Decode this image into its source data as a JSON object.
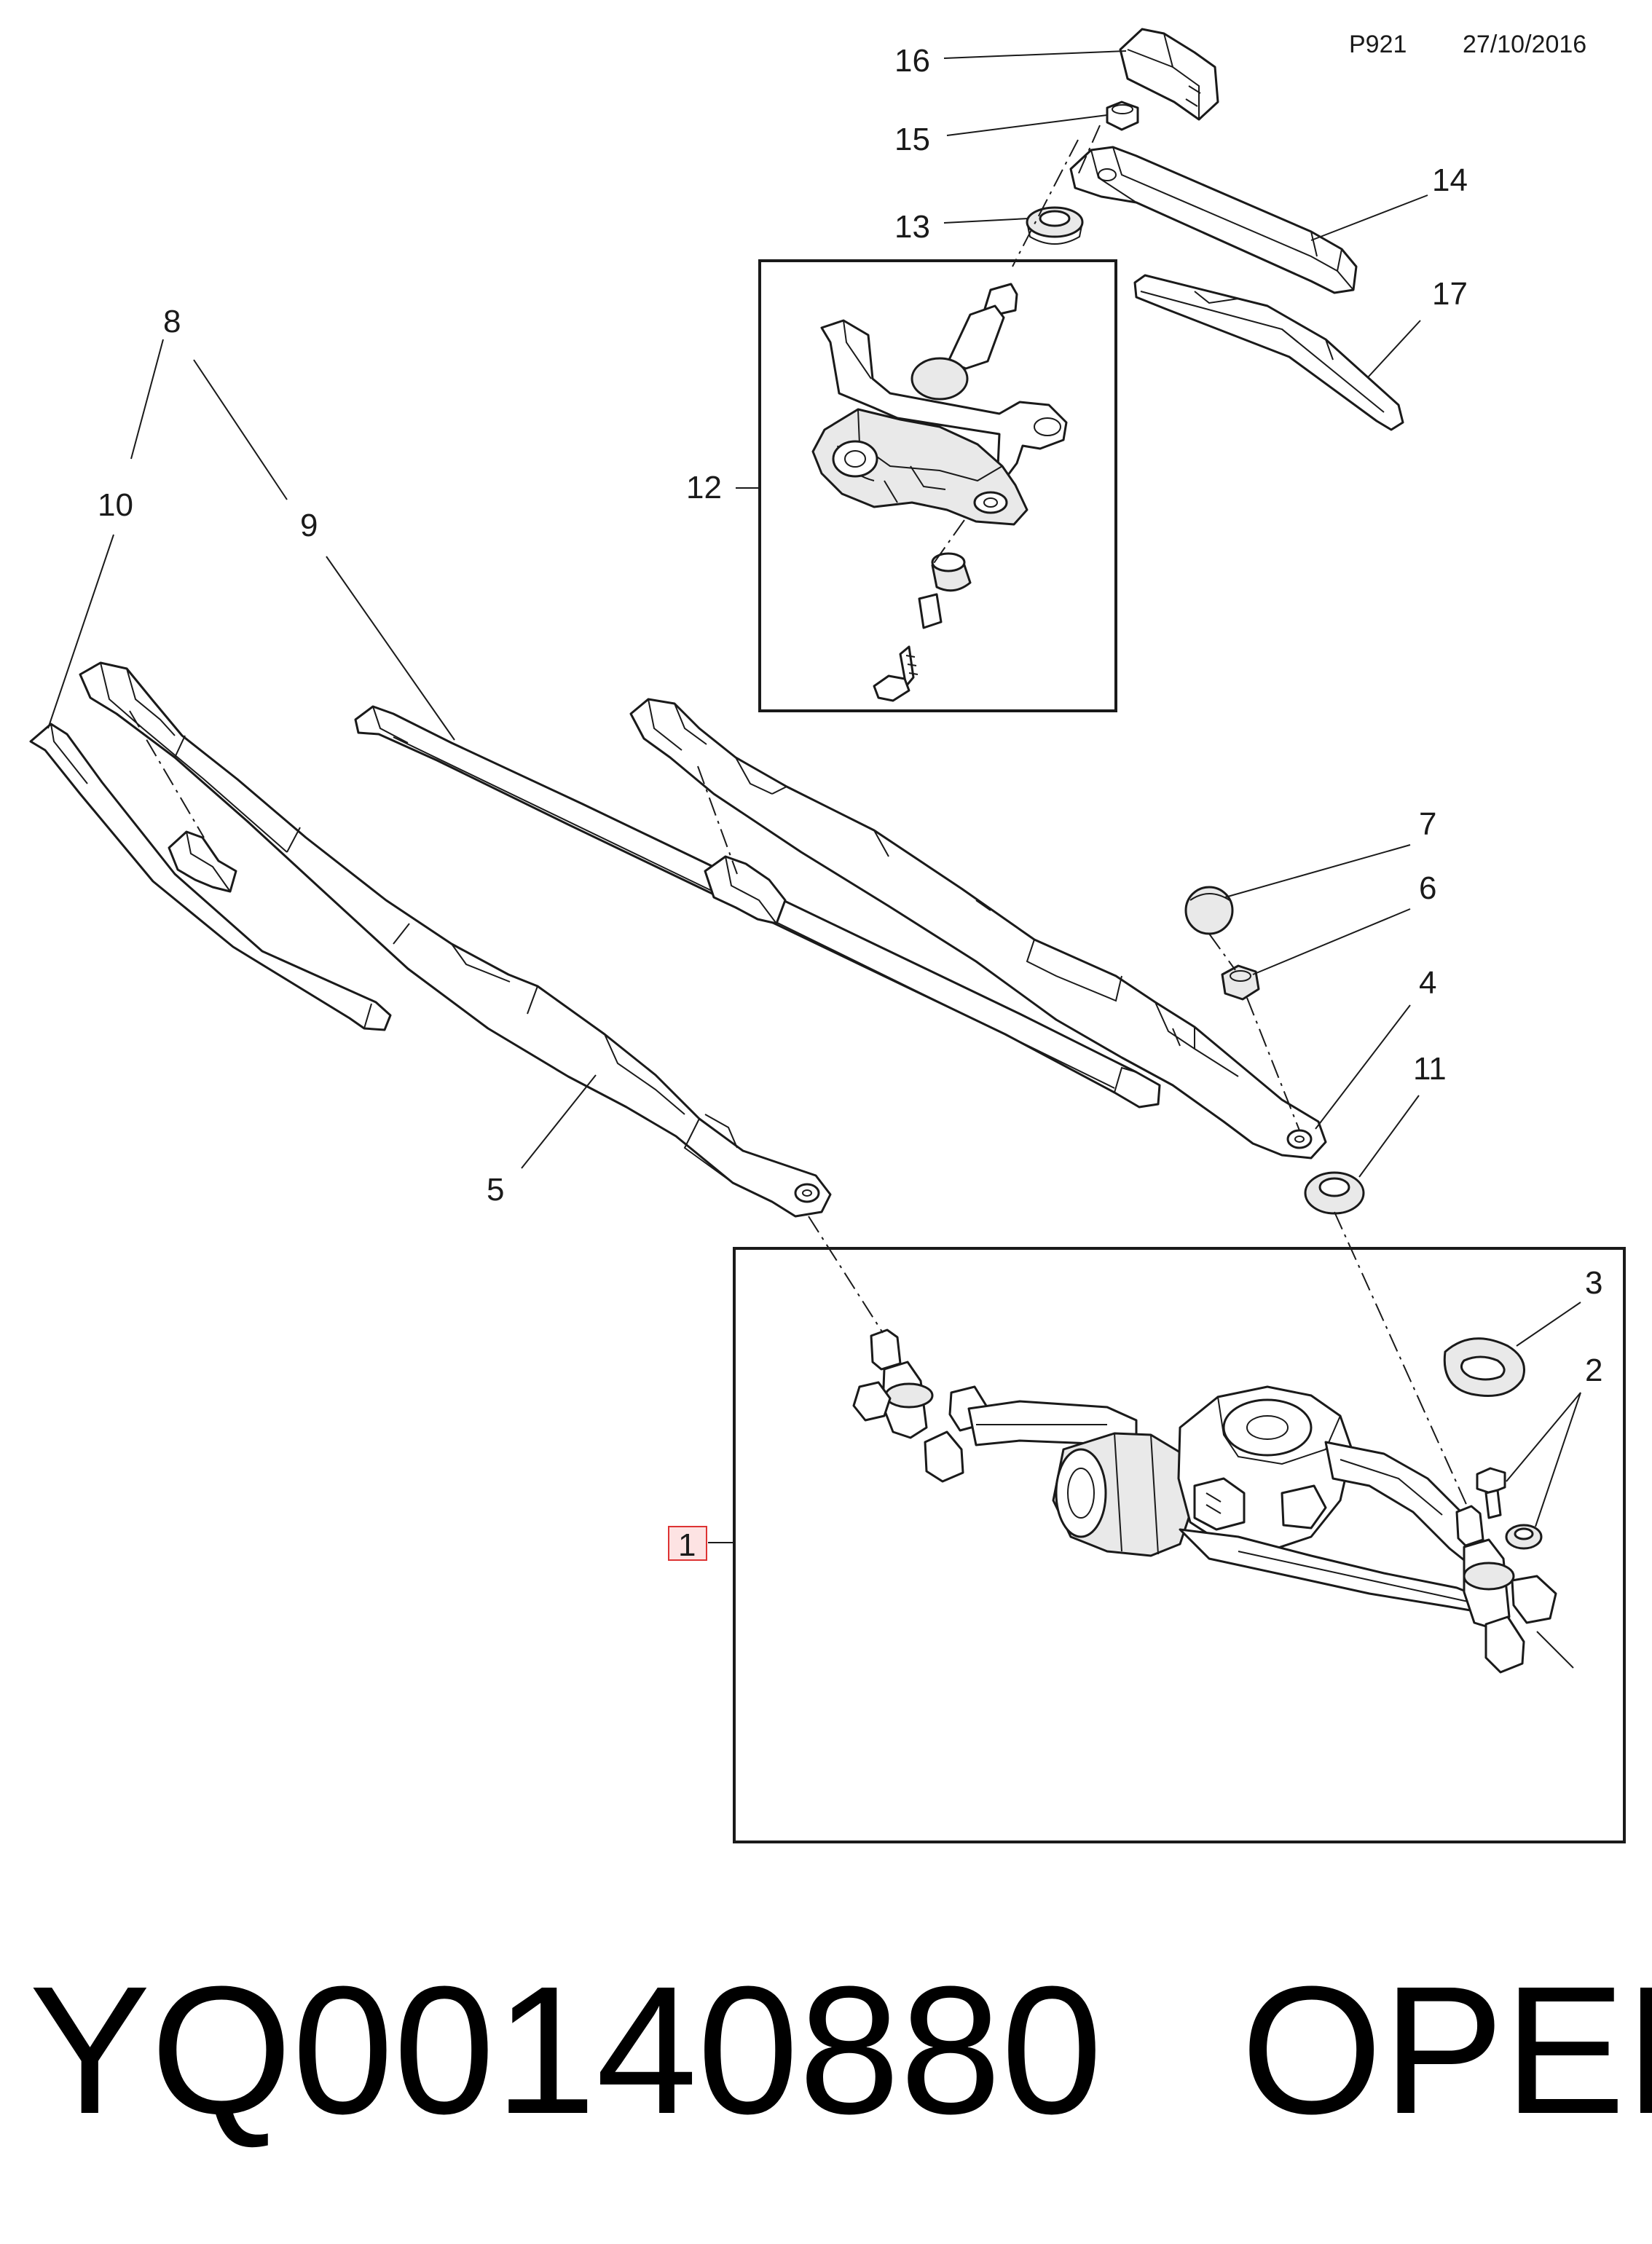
{
  "header": {
    "diagram_code": "P921",
    "date": "27/10/2016"
  },
  "callouts": {
    "c1": "1",
    "c2": "2",
    "c3": "3",
    "c4": "4",
    "c5": "5",
    "c6": "6",
    "c7": "7",
    "c8": "8",
    "c9": "9",
    "c10": "10",
    "c11": "11",
    "c12": "12",
    "c13": "13",
    "c14": "14",
    "c15": "15",
    "c16": "16",
    "c17": "17"
  },
  "highlight": {
    "selected_callout": "1",
    "color": "#d33333"
  },
  "footer": {
    "part_number": "YQ00140880",
    "brand": "OPEL"
  }
}
